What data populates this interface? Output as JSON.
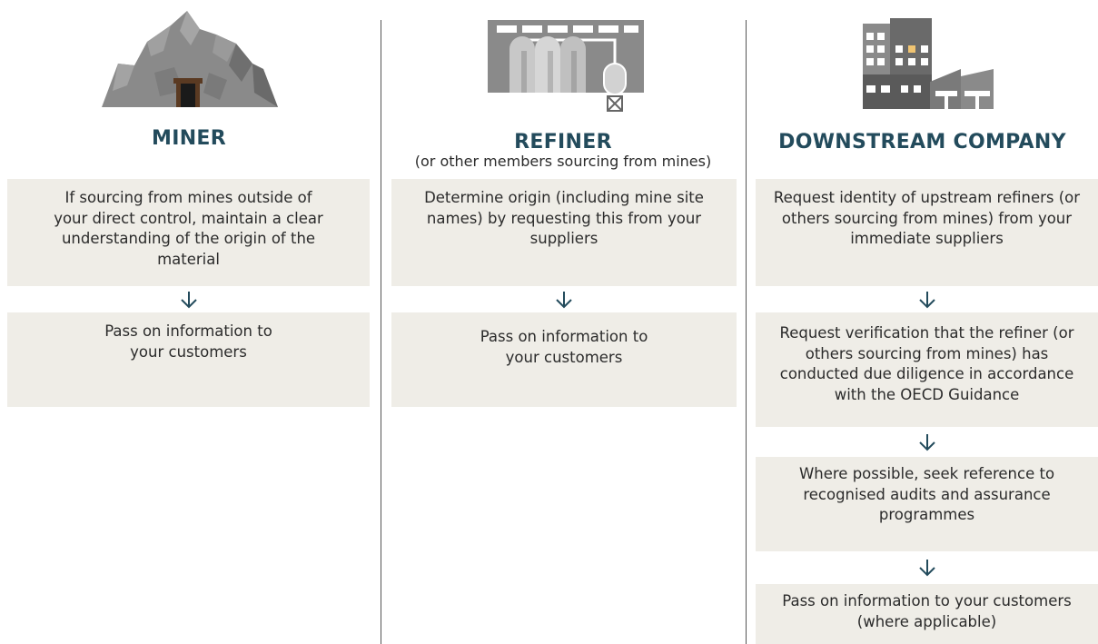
{
  "colors": {
    "heading": "#234b5c",
    "box_bg": "#efede7",
    "divider": "#555555",
    "icon_gray": "#8a8a8a",
    "icon_dark": "#5a5a5a"
  },
  "columns": [
    {
      "icon": "mine-icon",
      "title": "MINER",
      "subtitle": "",
      "boxes": [
        "If sourcing from mines outside of your direct control, maintain a clear understanding of the origin of the material",
        "Pass on information to your customers"
      ]
    },
    {
      "icon": "refinery-icon",
      "title": "REFINER",
      "subtitle": "(or other members sourcing from mines)",
      "boxes": [
        "Determine origin (including mine site names) by requesting this from your suppliers",
        "Pass on information to your customers"
      ]
    },
    {
      "icon": "factory-icon",
      "title": "DOWNSTREAM COMPANY",
      "subtitle": "",
      "boxes": [
        "Request identity of upstream refiners (or others sourcing from mines) from your immediate suppliers",
        "Request verification that the refiner (or others sourcing from mines) has conducted due diligence in accordance with the OECD Guidance",
        "Where possible, seek reference to recognised audits and assurance programmes",
        "Pass on information to your customers (where applicable)"
      ]
    }
  ]
}
